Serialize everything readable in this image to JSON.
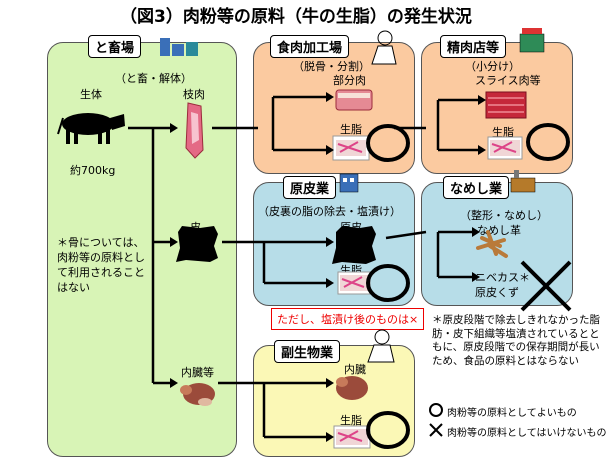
{
  "title": "（図3）肉粉等の原料（牛の生脂）の発生状況",
  "slaughterhouse": {
    "header": "と畜場",
    "subtitle": "（と畜・解体）",
    "live_label": "生体",
    "carcass_label": "枝肉",
    "weight_label": "約700kg",
    "hide_label": "皮",
    "offal_label": "内臓等",
    "bone_note": "＊骨については、肉粉等の原料として利用されることはない"
  },
  "meat_processing": {
    "header": "食肉加工場",
    "subtitle": "（脱骨・分割）",
    "part_label": "部分肉",
    "fat_label": "生脂"
  },
  "butcher": {
    "header": "精肉店等",
    "subtitle": "（小分け）",
    "slice_label": "スライス肉等",
    "fat_label": "生脂"
  },
  "rawhide": {
    "header": "原皮業",
    "subtitle": "（皮裏の脂の除去・塩漬け）",
    "hide_label": "原皮",
    "fat_label": "生脂"
  },
  "tannery": {
    "header": "なめし業",
    "subtitle": "（整形・なめし）",
    "leather_label": "なめし革",
    "waste_label1": "ニベカス＊",
    "waste_label2": "原皮くず"
  },
  "byproduct": {
    "header": "副生物業",
    "offal_label": "内臓",
    "fat_label": "生脂"
  },
  "salt_note": "ただし、塩漬け後のものは×",
  "rawhide_note": "＊原皮段階で除去しきれなかった脂肪・皮下組織等塩漬されているとともに、原皮段階での保存期間が長いため、食品の原料とはならない",
  "legend": {
    "ok": "肉粉等の原料としてよいもの",
    "ng": "肉粉等の原料としてはいけないもの"
  }
}
